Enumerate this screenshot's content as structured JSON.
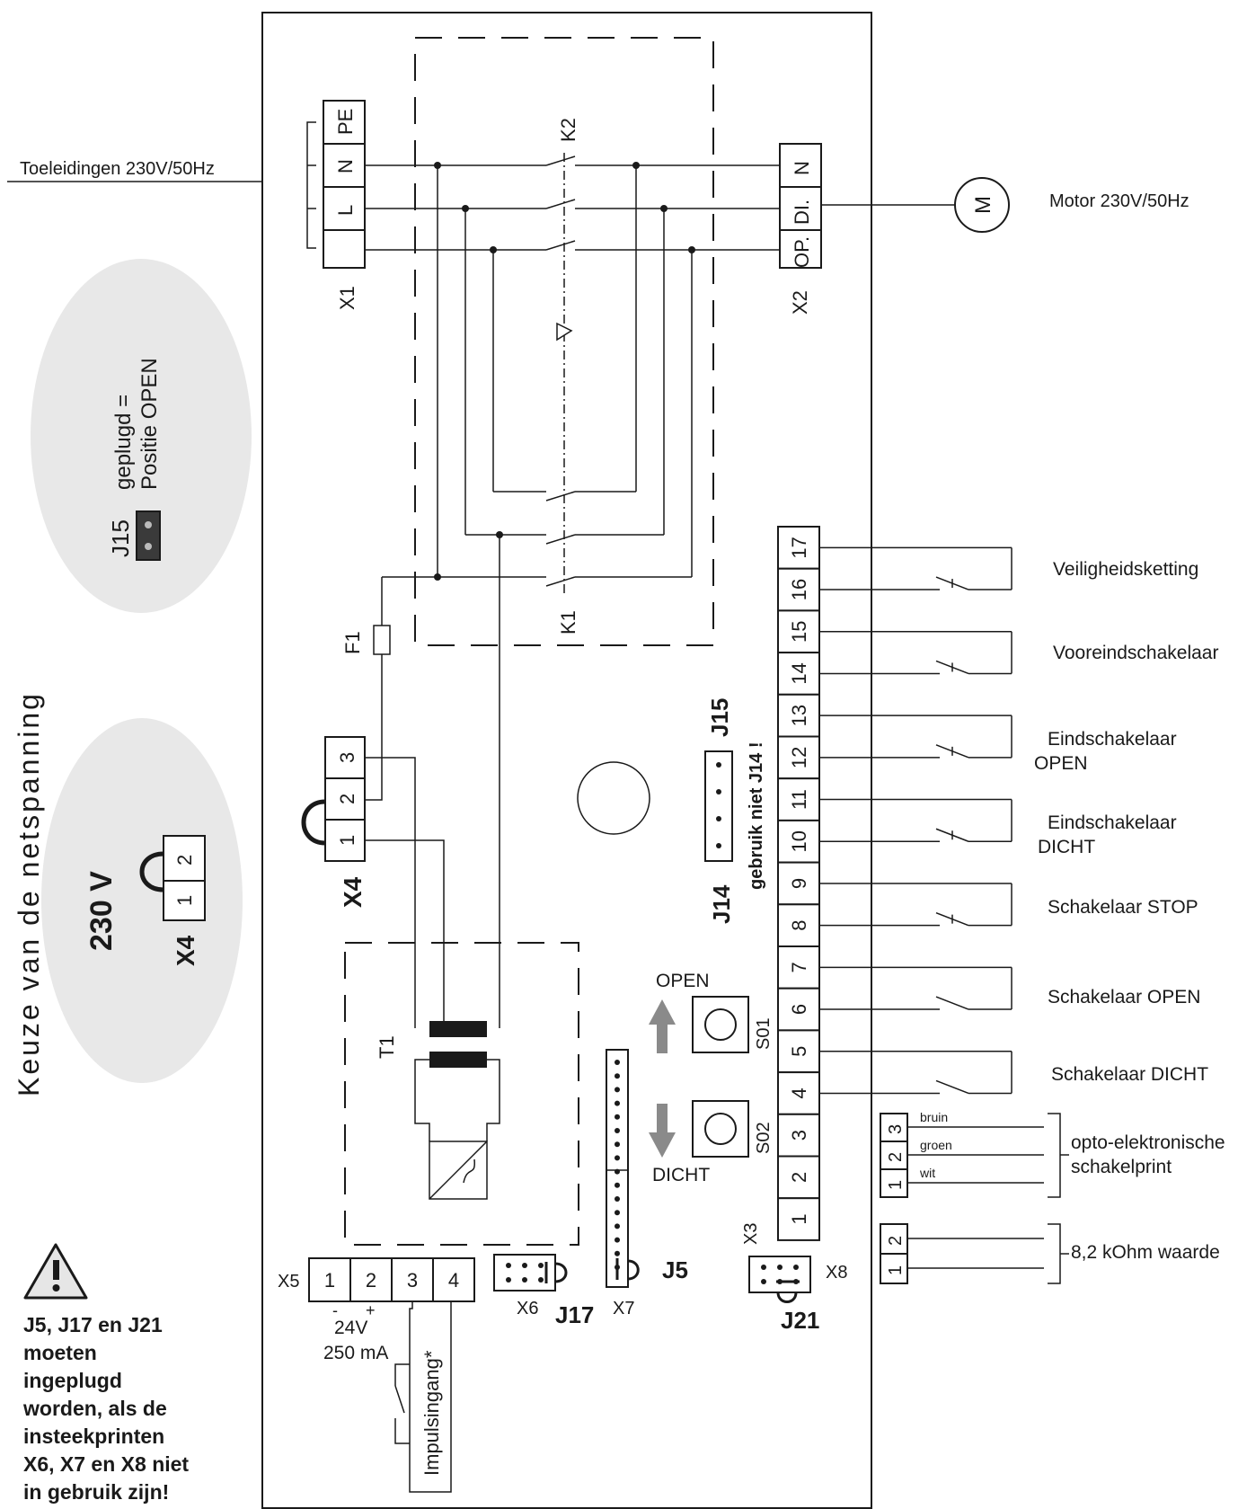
{
  "supply": {
    "label": "Toeleidingen 230V/50Hz"
  },
  "motor": {
    "label": "Motor 230V/50Hz",
    "symbol": "M"
  },
  "x1": {
    "name": "X1",
    "terminals": [
      "PE",
      "N",
      "L",
      ""
    ]
  },
  "x2": {
    "name": "X2",
    "terminals": [
      "N",
      "DI.",
      "OP."
    ]
  },
  "relays": {
    "k1": "K1",
    "k2": "K2"
  },
  "fuse": "F1",
  "transformer": "T1",
  "x4": {
    "name": "X4",
    "pins": [
      "3",
      "2",
      "1"
    ]
  },
  "voltage_choice": {
    "heading": "Keuze van de netspanning",
    "voltage": "230 V",
    "connector": "X4",
    "pins": [
      "2",
      "1"
    ]
  },
  "j15_bubble": {
    "name": "J15",
    "line1": "geplugd =",
    "line2": "Positie OPEN"
  },
  "j14_j15": {
    "j15": "J15",
    "j14": "J14",
    "note": "gebruik niet J14 !"
  },
  "x3": {
    "name": "X3",
    "terminals": [
      "17",
      "16",
      "15",
      "14",
      "13",
      "12",
      "11",
      "10",
      "9",
      "8",
      "7",
      "6",
      "5",
      "4",
      "3",
      "2",
      "1"
    ]
  },
  "contacts": [
    {
      "label": "Veiligheidsketting",
      "label2": ""
    },
    {
      "label": "Vooreindschakelaar",
      "label2": ""
    },
    {
      "label": "Eindschakelaar",
      "label2": "OPEN"
    },
    {
      "label": "Eindschakelaar",
      "label2": "DICHT"
    },
    {
      "label": "Schakelaar STOP",
      "label2": ""
    },
    {
      "label": "Schakelaar OPEN",
      "label2": ""
    },
    {
      "label": "Schakelaar DICHT",
      "label2": ""
    }
  ],
  "buttons": {
    "s01": {
      "name": "S01",
      "label": "OPEN"
    },
    "s02": {
      "name": "S02",
      "label": "DICHT"
    }
  },
  "opto": {
    "label1": "opto-elektronische",
    "label2": "schakelprint",
    "pins": [
      "3",
      "2",
      "1"
    ],
    "wires": [
      "bruin",
      "groen",
      "wit"
    ]
  },
  "resistor": {
    "label": "8,2 kOhm waarde",
    "pins": [
      "2",
      "1"
    ]
  },
  "x5": {
    "name": "X5",
    "terminals": [
      "1",
      "2",
      "3",
      "4"
    ],
    "minus": "-",
    "plus": "+",
    "voltage": "24V",
    "current": "250 mA",
    "impulse": "Impulsingang*"
  },
  "jumpers": {
    "x6": "X6",
    "j17": "J17",
    "x7": "X7",
    "j5": "J5",
    "x8": "X8",
    "j21": "J21"
  },
  "warning": {
    "lines": [
      "J5, J17 en J21",
      "moeten",
      "ingeplugd",
      "worden, als de",
      "insteekprinten",
      "X6, X7 en X8 niet",
      "in gebruik zijn!"
    ]
  }
}
